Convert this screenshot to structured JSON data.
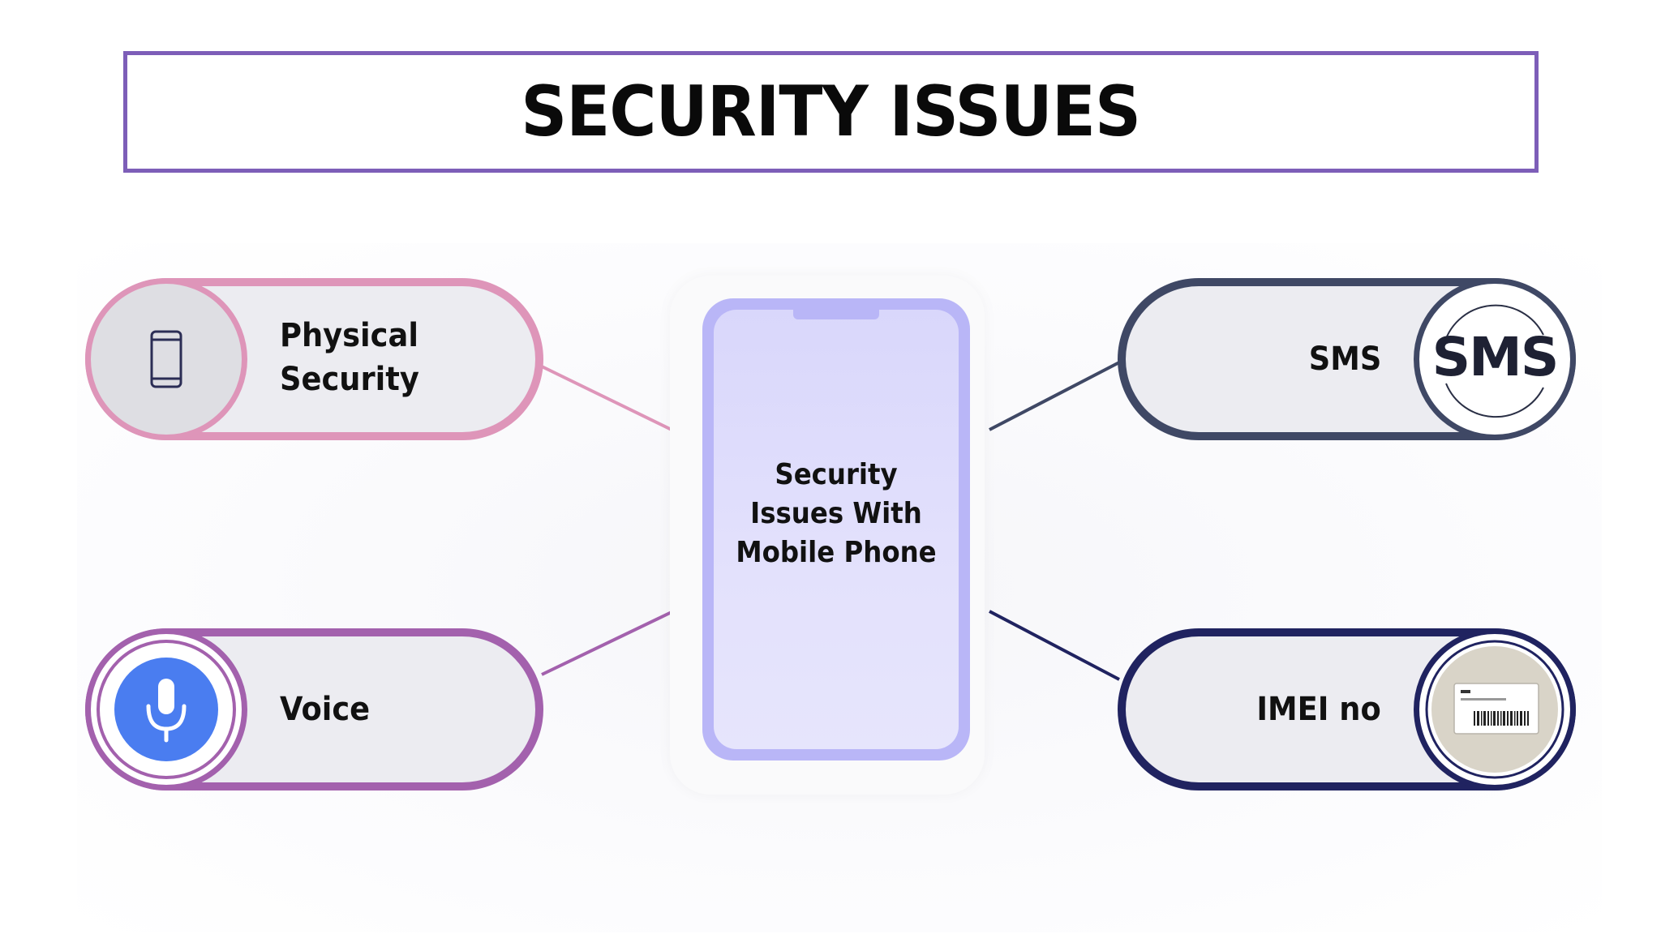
{
  "title": "SECURITY ISSUES",
  "center": {
    "line1": "Security",
    "line2": "Issues With",
    "line3": "Mobile Phone"
  },
  "items": [
    {
      "label_line1": "Physical",
      "label_line2": "Security",
      "icon": "smartphone-icon",
      "color": "#de95b9"
    },
    {
      "label": "Voice",
      "icon": "microphone-icon",
      "color": "#a361ad"
    },
    {
      "label": "SMS",
      "icon": "sms-icon",
      "icon_text": "SMS",
      "color": "#3f4865"
    },
    {
      "label": "IMEI no",
      "icon": "barcode-label-icon",
      "color": "#202360"
    }
  ],
  "colors": {
    "title_border": "#7d5eb8",
    "phone_frame": "#b9b6f7",
    "phone_screen": "#dcdafb",
    "mic_blue": "#4a7df0"
  }
}
